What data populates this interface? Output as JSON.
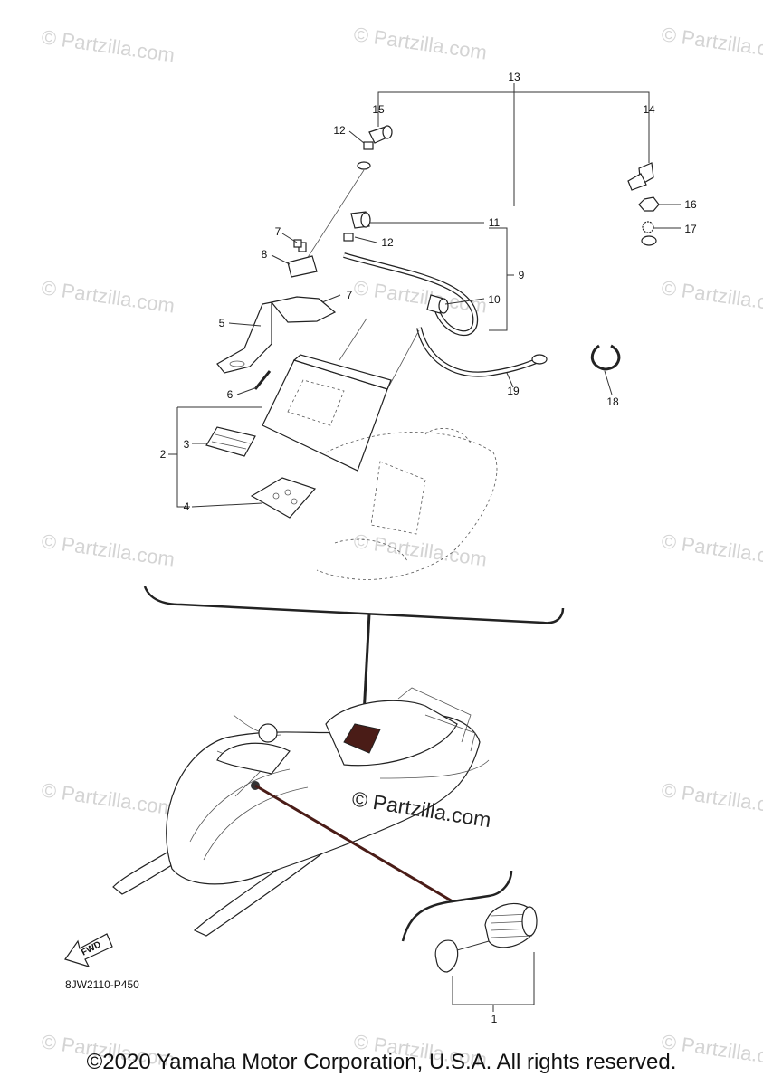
{
  "watermark": {
    "text": "© Partzilla.com"
  },
  "center_watermark": {
    "text": "© Partzilla.com"
  },
  "diagram_code": "8JW2110-P450",
  "fwd_label": "FWD",
  "copyright": "©2020 Yamaha Motor Corporation, U.S.A. All rights reserved.",
  "callouts": [
    {
      "id": "c1",
      "label": "1"
    },
    {
      "id": "c2",
      "label": "2"
    },
    {
      "id": "c3",
      "label": "3"
    },
    {
      "id": "c4",
      "label": "4"
    },
    {
      "id": "c5",
      "label": "5"
    },
    {
      "id": "c6",
      "label": "6"
    },
    {
      "id": "c7a",
      "label": "7"
    },
    {
      "id": "c7b",
      "label": "7"
    },
    {
      "id": "c8",
      "label": "8"
    },
    {
      "id": "c9",
      "label": "9"
    },
    {
      "id": "c10",
      "label": "10"
    },
    {
      "id": "c11",
      "label": "11"
    },
    {
      "id": "c12a",
      "label": "12"
    },
    {
      "id": "c12b",
      "label": "12"
    },
    {
      "id": "c13",
      "label": "13"
    },
    {
      "id": "c14",
      "label": "14"
    },
    {
      "id": "c15",
      "label": "15"
    },
    {
      "id": "c16",
      "label": "16"
    },
    {
      "id": "c17",
      "label": "17"
    },
    {
      "id": "c18",
      "label": "18"
    },
    {
      "id": "c19",
      "label": "19"
    }
  ]
}
